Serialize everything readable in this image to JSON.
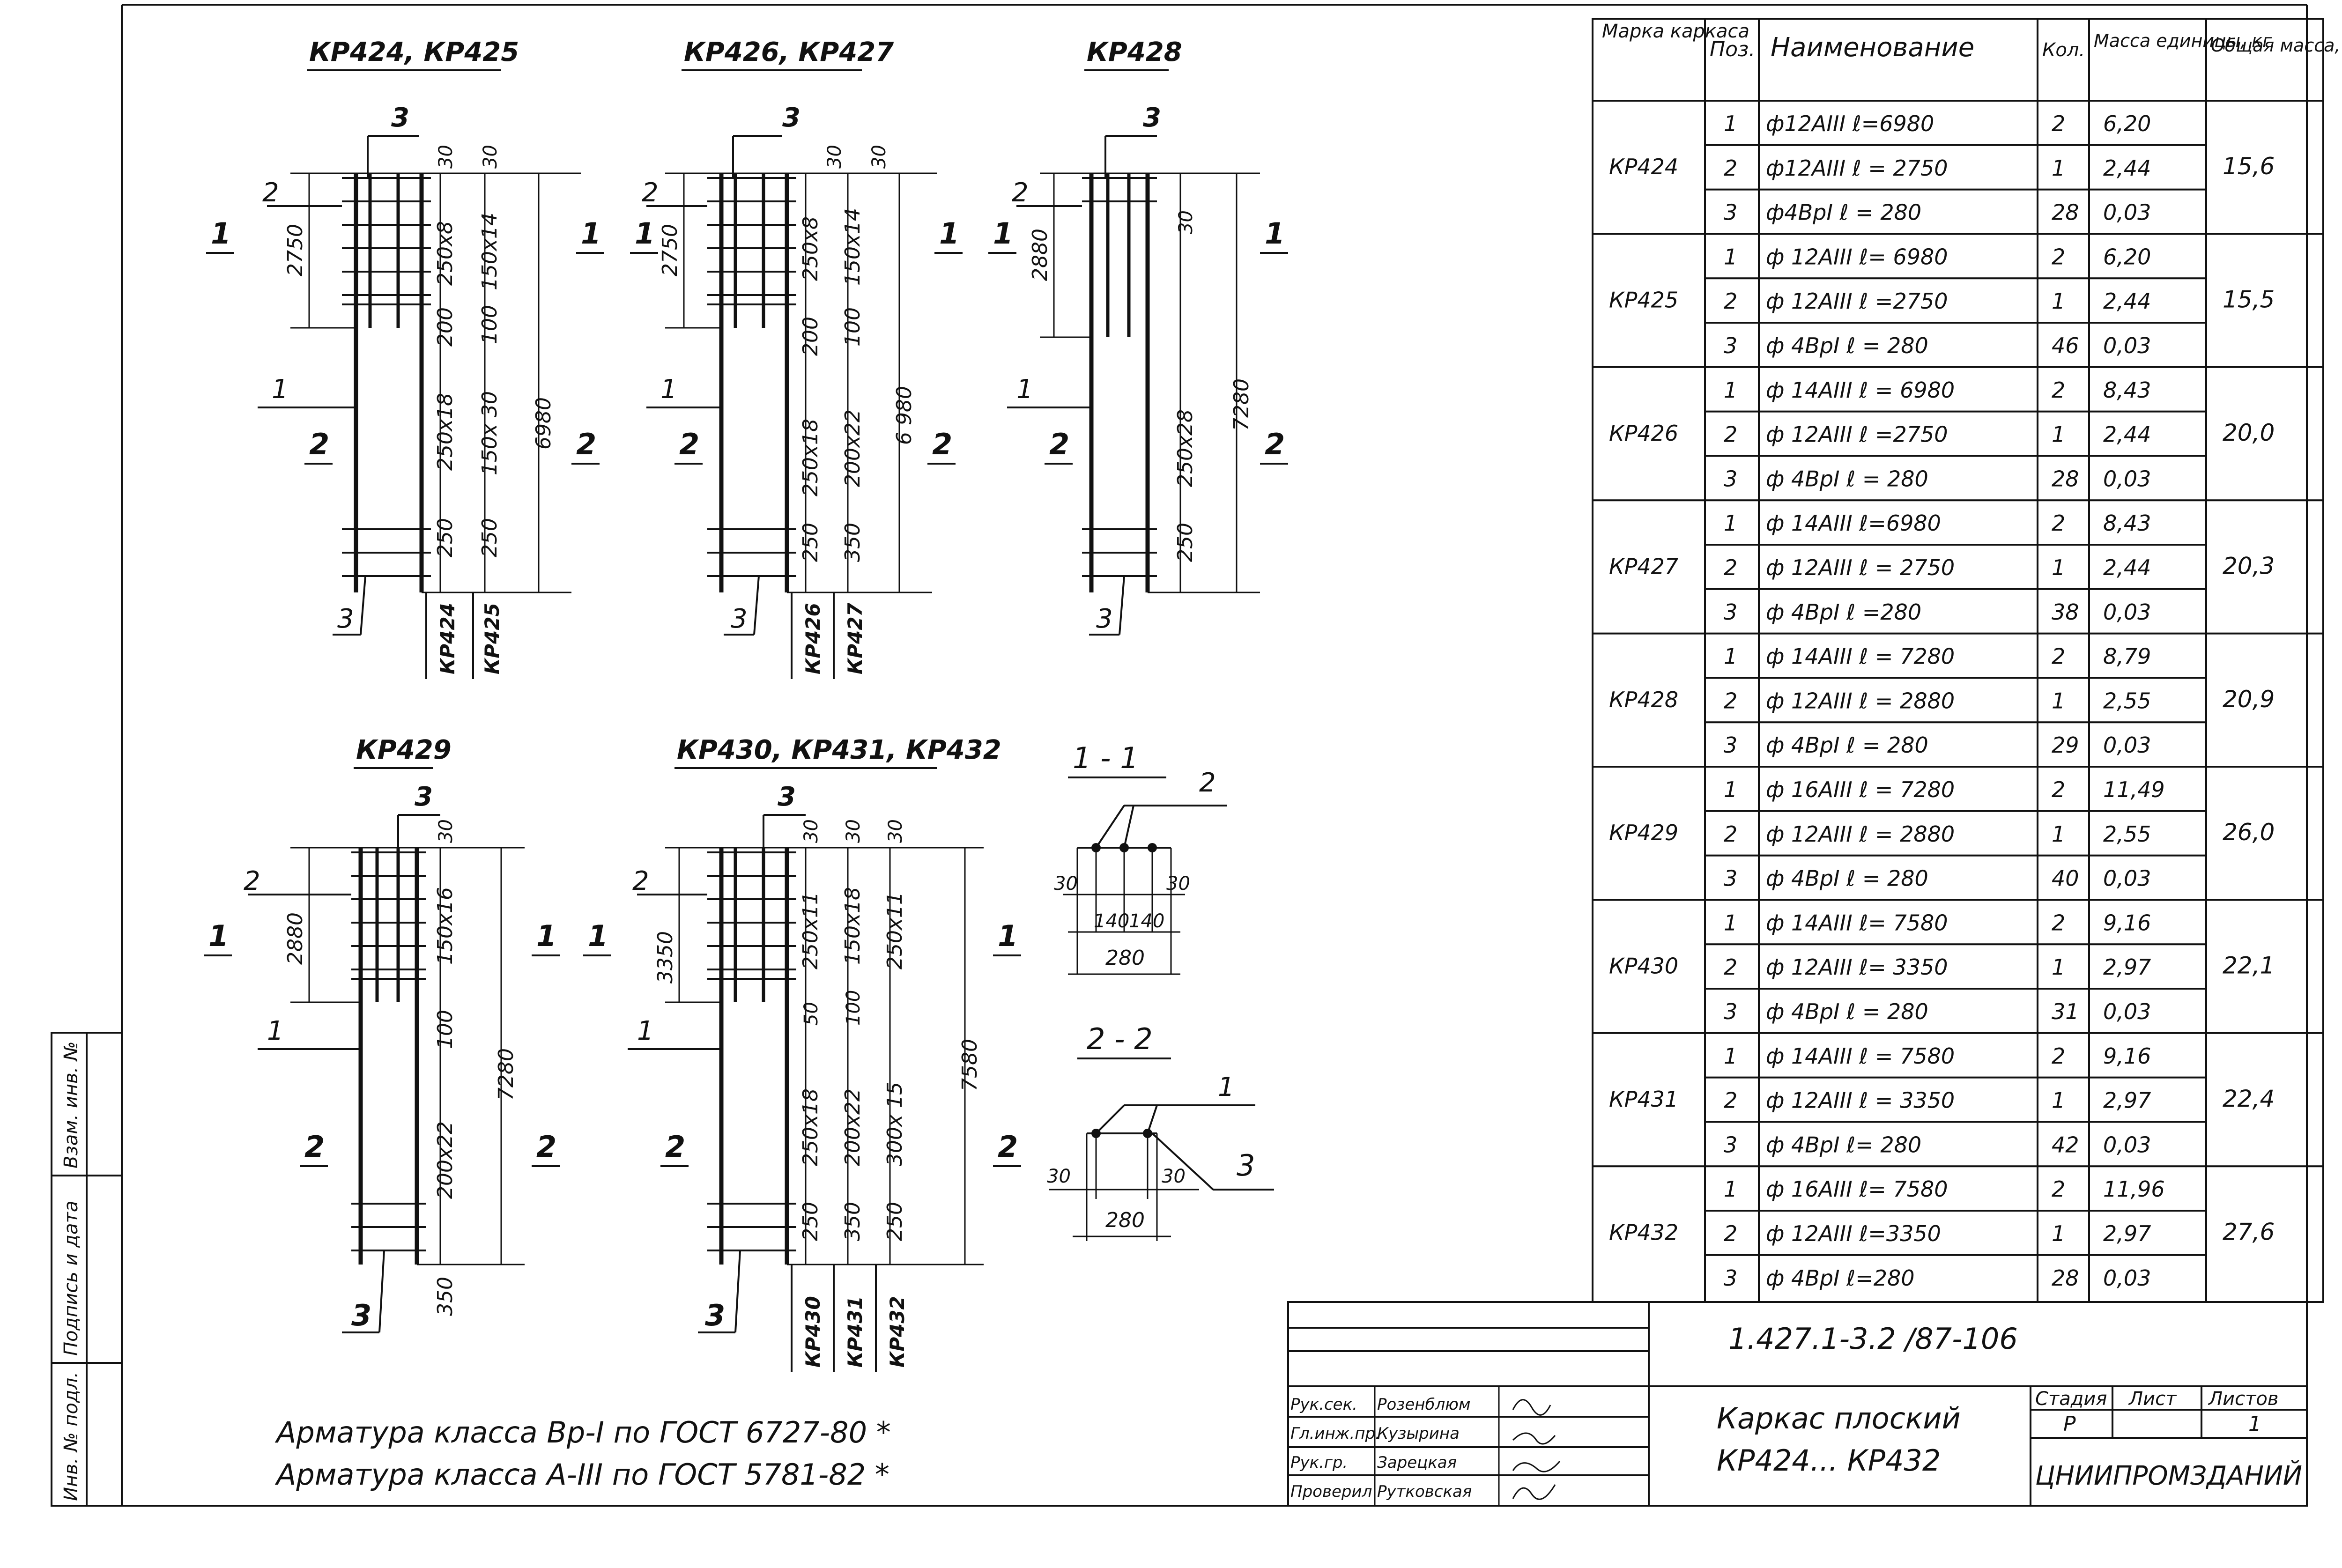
{
  "drawings": {
    "t1": "КР424, КР425",
    "t2": "КР426, КР427",
    "t3": "КР428",
    "t4": "КР429",
    "t5": "КР430, КР431, КР432",
    "s11": "1 - 1",
    "s22": "2 - 2"
  },
  "dims": {
    "d30": "30",
    "d2750": "2750",
    "d2880": "2880",
    "d3350": "3350",
    "d250x8": "250x8",
    "d150x14": "150x14",
    "d200": "200",
    "d100": "100",
    "d250x18": "250x18",
    "d150x30": "150x 30",
    "d6980": "6980",
    "d250": "250",
    "d200x22": "200x22",
    "d6980b": "6 980",
    "d350": "350",
    "d250x28": "250x28",
    "d7280": "7280",
    "d150x16": "150x16",
    "d250x11": "250x11",
    "d150x18": "150x18",
    "d50": "50",
    "d300x15": "300x 15",
    "d7580": "7580",
    "d140": "140",
    "d280": "280"
  },
  "labels": {
    "n1": "1",
    "n2": "2",
    "n3": "3",
    "kr424": "КР424",
    "kr425": "КР425",
    "kr426": "КР426",
    "kr427": "КР427",
    "kr430": "КР430",
    "kr431": "КР431",
    "kr432": "КР432"
  },
  "notes": {
    "line1": "Арматура класса Вр-I по ГОСТ 6727-80 *",
    "line2": "Арматура класса А-III по ГОСТ 5781-82 *"
  },
  "spec": {
    "headers": {
      "mark": "Марка каркаса",
      "pos": "Поз.",
      "name": "Наименование",
      "qty": "Кол.",
      "unit_mass": "Масса единицы, кг",
      "total_mass": "Общая масса, кг"
    },
    "groups": [
      {
        "mark": "КР424",
        "total": "15,6",
        "rows": [
          {
            "pos": "1",
            "name": "ф12AIII   ℓ=6980",
            "qty": "2",
            "mass": "6,20"
          },
          {
            "pos": "2",
            "name": "ф12AIII   ℓ = 2750",
            "qty": "1",
            "mass": "2,44"
          },
          {
            "pos": "3",
            "name": "ф4ВрI    ℓ = 280",
            "qty": "28",
            "mass": "0,03"
          }
        ]
      },
      {
        "mark": "КР425",
        "total": "15,5",
        "rows": [
          {
            "pos": "1",
            "name": "ф 12AIII   ℓ= 6980",
            "qty": "2",
            "mass": "6,20"
          },
          {
            "pos": "2",
            "name": "ф 12AIII   ℓ =2750",
            "qty": "1",
            "mass": "2,44"
          },
          {
            "pos": "3",
            "name": "ф 4ВрI    ℓ = 280",
            "qty": "46",
            "mass": "0,03"
          }
        ]
      },
      {
        "mark": "КР426",
        "total": "20,0",
        "rows": [
          {
            "pos": "1",
            "name": "ф 14AIII   ℓ = 6980",
            "qty": "2",
            "mass": "8,43"
          },
          {
            "pos": "2",
            "name": "ф 12AIII   ℓ =2750",
            "qty": "1",
            "mass": "2,44"
          },
          {
            "pos": "3",
            "name": "ф  4ВрI   ℓ = 280",
            "qty": "28",
            "mass": "0,03"
          }
        ]
      },
      {
        "mark": "КР427",
        "total": "20,3",
        "rows": [
          {
            "pos": "1",
            "name": "ф 14AIII   ℓ=6980",
            "qty": "2",
            "mass": "8,43"
          },
          {
            "pos": "2",
            "name": "ф 12AIII   ℓ = 2750",
            "qty": "1",
            "mass": "2,44"
          },
          {
            "pos": "3",
            "name": "ф 4ВрI    ℓ =280",
            "qty": "38",
            "mass": "0,03"
          }
        ]
      },
      {
        "mark": "КР428",
        "total": "20,9",
        "rows": [
          {
            "pos": "1",
            "name": "ф 14AIII   ℓ = 7280",
            "qty": "2",
            "mass": "8,79"
          },
          {
            "pos": "2",
            "name": "ф 12AIII   ℓ = 2880",
            "qty": "1",
            "mass": "2,55"
          },
          {
            "pos": "3",
            "name": "ф 4ВрI    ℓ = 280",
            "qty": "29",
            "mass": "0,03"
          }
        ]
      },
      {
        "mark": "КР429",
        "total": "26,0",
        "rows": [
          {
            "pos": "1",
            "name": "ф 16AIII   ℓ = 7280",
            "qty": "2",
            "mass": "11,49"
          },
          {
            "pos": "2",
            "name": "ф 12AIII   ℓ = 2880",
            "qty": "1",
            "mass": "2,55"
          },
          {
            "pos": "3",
            "name": "ф  4ВрI   ℓ = 280",
            "qty": "40",
            "mass": "0,03"
          }
        ]
      },
      {
        "mark": "КР430",
        "total": "22,1",
        "rows": [
          {
            "pos": "1",
            "name": "ф 14AIII   ℓ= 7580",
            "qty": "2",
            "mass": "9,16"
          },
          {
            "pos": "2",
            "name": "ф 12AIII   ℓ= 3350",
            "qty": "1",
            "mass": "2,97"
          },
          {
            "pos": "3",
            "name": "ф  4ВрI   ℓ = 280",
            "qty": "31",
            "mass": "0,03"
          }
        ]
      },
      {
        "mark": "КР431",
        "total": "22,4",
        "rows": [
          {
            "pos": "1",
            "name": "ф 14AIII   ℓ = 7580",
            "qty": "2",
            "mass": "9,16"
          },
          {
            "pos": "2",
            "name": "ф 12AIII   ℓ = 3350",
            "qty": "1",
            "mass": "2,97"
          },
          {
            "pos": "3",
            "name": "ф  4ВрI   ℓ= 280",
            "qty": "42",
            "mass": "0,03"
          }
        ]
      },
      {
        "mark": "КР432",
        "total": "27,6",
        "rows": [
          {
            "pos": "1",
            "name": "ф 16AIII   ℓ= 7580",
            "qty": "2",
            "mass": "11,96"
          },
          {
            "pos": "2",
            "name": "ф 12AIII   ℓ=3350",
            "qty": "1",
            "mass": "2,97"
          },
          {
            "pos": "3",
            "name": "ф 4ВрI    ℓ=280",
            "qty": "28",
            "mass": "0,03"
          }
        ]
      }
    ]
  },
  "title_block": {
    "code": "1.427.1-3.2 /87-106",
    "title_line1": "Каркас плоский",
    "title_line2": "КР424... КР432",
    "stage_label": "Стадия",
    "sheet_label": "Лист",
    "sheets_label": "Листов",
    "stage_value": "Р",
    "sheets_value": "1",
    "org": "ЦНИИПРОМЗДАНИЙ",
    "roles": [
      {
        "role": "Рук.сек.",
        "name": "Розенблюм"
      },
      {
        "role": "Гл.инж.пр.",
        "name": "Кузырина"
      },
      {
        "role": "Рук.гр.",
        "name": "Зарецкая"
      },
      {
        "role": "Проверил",
        "name": "Рутковская"
      }
    ]
  },
  "margin": {
    "inv": "Инв. № подл.",
    "sign": "Подпись и дата",
    "vzam": "Взам. инв. №"
  }
}
